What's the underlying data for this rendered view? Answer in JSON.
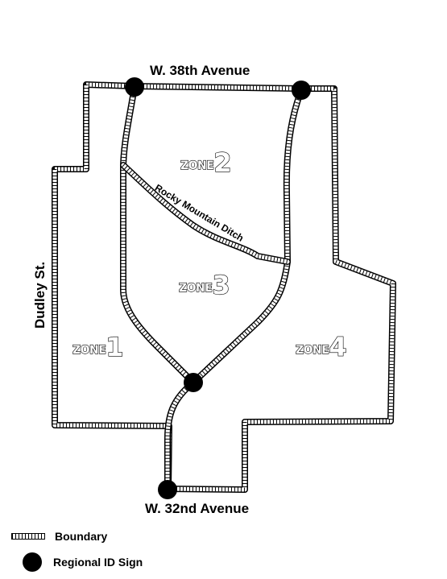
{
  "roads": {
    "north": "W. 38th Avenue",
    "south": "W. 32nd Avenue",
    "west": "Dudley St."
  },
  "ditch": "Rocky Mountain Ditch",
  "zones": [
    {
      "word": "ZONE",
      "number": "1"
    },
    {
      "word": "ZONE",
      "number": "2"
    },
    {
      "word": "ZONE",
      "number": "3"
    },
    {
      "word": "ZONE",
      "number": "4"
    }
  ],
  "legend": {
    "boundary": "Boundary",
    "sign": "Regional ID Sign"
  }
}
